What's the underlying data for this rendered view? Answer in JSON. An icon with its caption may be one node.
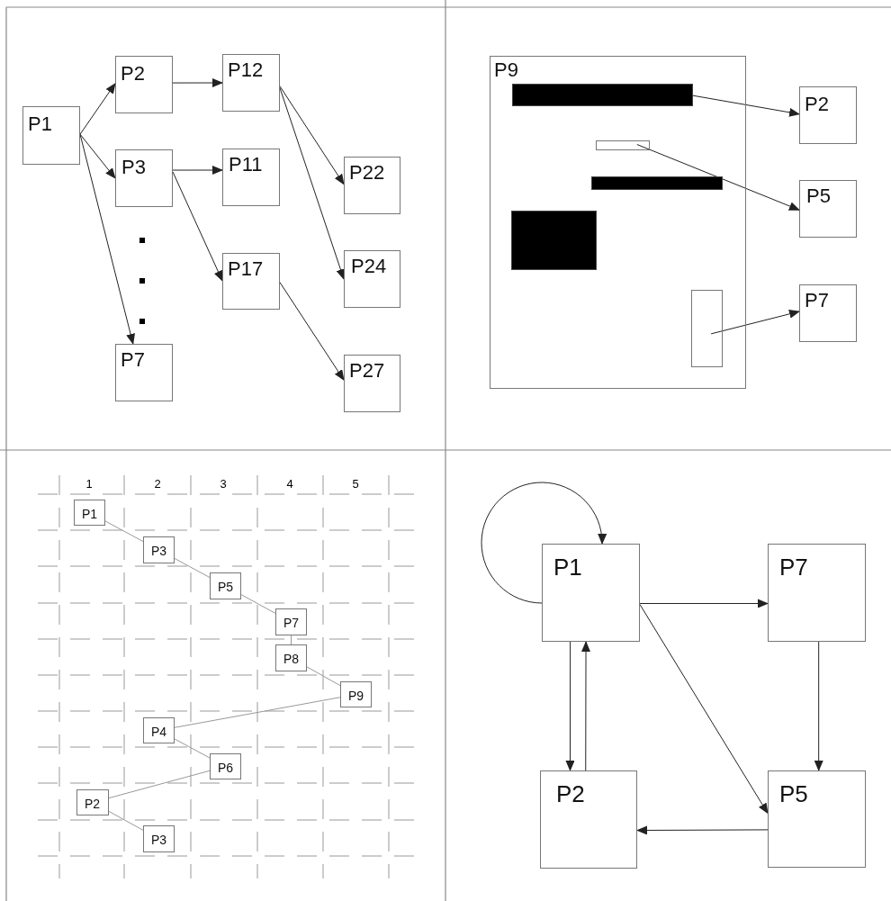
{
  "diagram": {
    "nodes": [
      {
        "text": [
          "P1"
        ]
      },
      {
        "text": [
          "P2"
        ]
      },
      {
        "text": [
          "P12"
        ]
      },
      {
        "text": [
          "P3"
        ]
      },
      {
        "text": [
          "P11"
        ]
      },
      {
        "text": [
          "P22"
        ]
      },
      {
        "text": [
          "P17"
        ]
      },
      {
        "text": [
          "P24"
        ]
      },
      {
        "text": [
          "P7"
        ]
      },
      {
        "text": [
          "P27"
        ]
      },
      {
        "text": [
          "P9"
        ]
      },
      {
        "text": [],
        "shape": "bar",
        "in": 10
      },
      {
        "text": [],
        "shape": "box",
        "in": 10
      },
      {
        "text": [],
        "shape": "bar",
        "in": 10
      },
      {
        "text": [],
        "shape": "bar",
        "in": 10
      },
      {
        "text": [],
        "shape": "box",
        "in": 10
      },
      {
        "text": [
          "P2"
        ]
      },
      {
        "text": [
          "P5"
        ]
      },
      {
        "text": [
          "P7"
        ]
      },
      {
        "text": [
          "P1"
        ]
      },
      {
        "text": [
          "P3"
        ]
      },
      {
        "text": [
          "P5"
        ]
      },
      {
        "text": [
          "P7"
        ]
      },
      {
        "text": [
          "P8"
        ]
      },
      {
        "text": [
          "P9"
        ]
      },
      {
        "text": [
          "P4"
        ]
      },
      {
        "text": [
          "P6"
        ]
      },
      {
        "text": [
          "P2"
        ]
      },
      {
        "text": [
          "P3"
        ]
      },
      {
        "text": [
          "P1"
        ]
      },
      {
        "text": [
          "P7"
        ]
      },
      {
        "text": [
          "P2"
        ]
      },
      {
        "text": [
          "P5"
        ]
      }
    ],
    "edges": [
      {
        "from": 0,
        "to": 1,
        "arrow": "to"
      },
      {
        "from": 0,
        "to": 3,
        "arrow": "to"
      },
      {
        "from": 0,
        "to": 8,
        "arrow": "to"
      },
      {
        "from": 1,
        "to": 2,
        "arrow": "to"
      },
      {
        "from": 3,
        "to": 4,
        "arrow": "to"
      },
      {
        "from": 3,
        "to": 6,
        "arrow": "to"
      },
      {
        "from": 2,
        "to": 5,
        "arrow": "to"
      },
      {
        "from": 2,
        "to": 7,
        "arrow": "to"
      },
      {
        "from": 6,
        "to": 9,
        "arrow": "to"
      },
      {
        "from": 11,
        "to": 16,
        "arrow": "to"
      },
      {
        "from": 12,
        "to": 17,
        "arrow": "to"
      },
      {
        "from": 15,
        "to": 18,
        "arrow": "to"
      },
      {
        "from": 19,
        "to": 20,
        "arrow": "none",
        "color": "#999999"
      },
      {
        "from": 20,
        "to": 21,
        "arrow": "none",
        "color": "#999999"
      },
      {
        "from": 21,
        "to": 22,
        "arrow": "none",
        "color": "#999999"
      },
      {
        "from": 22,
        "to": 23,
        "arrow": "none",
        "color": "#999999"
      },
      {
        "from": 23,
        "to": 24,
        "arrow": "none",
        "color": "#999999"
      },
      {
        "from": 24,
        "to": 25,
        "arrow": "none",
        "color": "#999999"
      },
      {
        "from": 25,
        "to": 26,
        "arrow": "none",
        "color": "#999999"
      },
      {
        "from": 26,
        "to": 27,
        "arrow": "none",
        "color": "#999999"
      },
      {
        "from": 27,
        "to": 28,
        "arrow": "none",
        "color": "#999999"
      },
      {
        "from": 29,
        "to": 29,
        "arrow": "to"
      },
      {
        "from": 29,
        "to": 30,
        "arrow": "to"
      },
      {
        "from": 29,
        "to": 31,
        "arrow": "to"
      },
      {
        "from": 31,
        "to": 29,
        "arrow": "to"
      },
      {
        "from": 29,
        "to": 32,
        "arrow": "to"
      },
      {
        "from": 30,
        "to": 32,
        "arrow": "to"
      },
      {
        "from": 32,
        "to": 31,
        "arrow": "to"
      }
    ],
    "labels": [
      "1",
      "2",
      "3",
      "4",
      "5"
    ]
  }
}
